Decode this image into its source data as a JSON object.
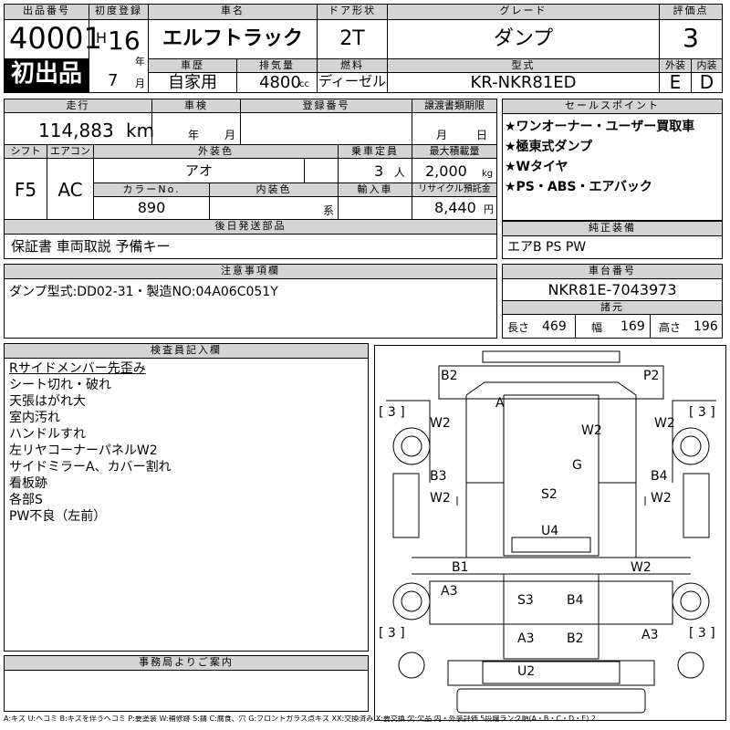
{
  "header": {
    "lot_label": "出品番号",
    "lot_number": "40001",
    "first_listing": "初出品",
    "first_reg_label": "初度登録",
    "era": "H",
    "year": "16",
    "year_unit": "年",
    "month": "7",
    "month_unit": "月",
    "car_name_label": "車名",
    "car_name": "エルフトラック",
    "door_label": "ドア形状",
    "door": "2T",
    "grade_label": "グレード",
    "grade": "ダンプ",
    "score_label": "評価点",
    "score": "3",
    "history_label": "車歴",
    "history": "自家用",
    "displacement_label": "排気量",
    "displacement": "4800",
    "displacement_unit": "cc",
    "fuel_label": "燃料",
    "fuel": "ディーゼル",
    "model_label": "型式",
    "model": "KR-NKR81ED",
    "exterior_label": "外装",
    "exterior": "E",
    "interior_label": "内装",
    "interior": "D"
  },
  "specs": {
    "mileage_label": "走行",
    "mileage": "114,883",
    "mileage_unit": "km",
    "inspection_label": "車検",
    "inspection_year_unit": "年",
    "inspection_month_unit": "月",
    "reg_number_label": "登録番号",
    "transfer_label": "譲渡書類期限",
    "transfer_month_unit": "月",
    "transfer_day_unit": "日",
    "shift_label": "シフト",
    "shift": "F5",
    "ac_label": "エアコン",
    "ac": "AC",
    "color_label": "外装色",
    "color": "アオ",
    "capacity_label": "乗車定員",
    "capacity": "3",
    "capacity_unit": "人",
    "max_load_label": "最大積載量",
    "max_load": "2,000",
    "max_load_unit": "kg",
    "color_no_label": "カラーNo.",
    "color_no": "890",
    "int_color_label": "内装色",
    "int_color_unit": "系",
    "import_label": "輸入車",
    "recycle_label": "リサイクル預託金",
    "recycle": "8,440",
    "recycle_unit": "円"
  },
  "sales_points": {
    "label": "セールスポイント",
    "items": [
      "★ワンオーナー・ユーザー買取車",
      "★極東式ダンプ",
      "★Wタイヤ",
      "★PS・ABS・エアバック"
    ]
  },
  "later_parts": {
    "label": "後日発送部品",
    "value": "保証書 車両取説 予備キー"
  },
  "genuine": {
    "label": "純正装備",
    "value": "エアB PS PW"
  },
  "caution": {
    "label": "注意事項欄",
    "value": "ダンプ型式:DD02-31・製造NO:04A06C051Y"
  },
  "chassis": {
    "label": "車台番号",
    "value": "NKR81E-7043973",
    "dims_label": "諸元",
    "length_label": "長さ",
    "length": "469",
    "width_label": "幅",
    "width": "169",
    "height_label": "高さ",
    "height": "196"
  },
  "inspector": {
    "label": "検査員記入欄",
    "notes": [
      "Rサイドメンバー先歪み",
      "シート切れ・破れ",
      "天張はがれ大",
      "室内汚れ",
      "ハンドルすれ",
      "左リヤコーナーパネルW2",
      "サイドミラーA、カバー割れ",
      "看板跡",
      "各部S",
      "PW不良（左前）"
    ]
  },
  "office": {
    "label": "事務局よりご案内"
  },
  "diagram": {
    "marks": [
      "B2",
      "P2",
      "A",
      "W2",
      "W2",
      "W2",
      "G",
      "B3",
      "B4",
      "W2",
      "S2",
      "W2",
      "U4",
      "B1",
      "W2",
      "A3",
      "S3",
      "B4",
      "A3",
      "B2",
      "A3",
      "U2"
    ],
    "tire_marks": [
      "[ 3 ]",
      "[ 3 ]",
      "[ 3 ]",
      "[ 3 ]"
    ]
  },
  "legend": "A:キズ U:ヘコミ B:キズを伴うヘコミ P:要塗装 W:補修跡 S:錆 C:腐食、穴 G:フロントガラス点キズ XX:交換済み X:要交換 欠:欠品 内・外装評価 5段階ランク順(A・B・C・D・E) 2"
}
